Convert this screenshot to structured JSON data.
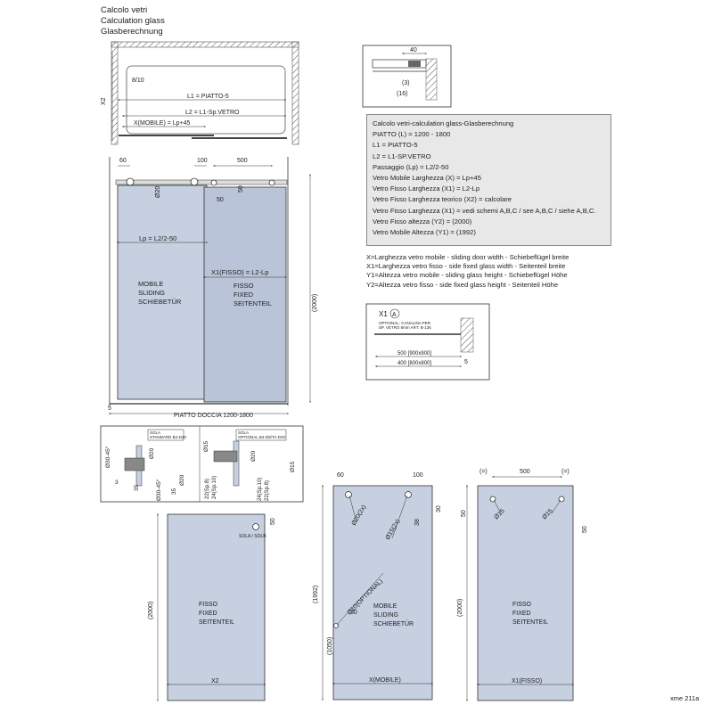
{
  "header": {
    "line1": "Calcolo vetri",
    "line2": "Calculation glass",
    "line3": "Glasberechnung"
  },
  "top_plan": {
    "x2": "X2",
    "thickness": "8/10",
    "l1": "L1 = PIATTO-5",
    "l2": "L2 = L1-Sp.VETRO",
    "x_mobile": "X(MOBILE) = Lp+45"
  },
  "detail_small": {
    "d40": "40",
    "d3": "(3)",
    "d16": "(16)"
  },
  "calc_box": {
    "title": "Calcolo vetri-calculation glass-Glasberechnung",
    "lines": [
      "PIATTO (L) = 1200 - 1800",
      "L1 = PIATTO-5",
      "L2 = L1-SP.VETRO",
      "Passaggio (Lp) = L2/2-50",
      "Vetro Mobile Larghezza (X) = Lp+45",
      "Vetro Fisso Larghezza (X1) = L2-Lp",
      "Vetro Fisso Larghezza teorico (X2) = calcolare",
      "Vetro Fisso Larghezza (X1) = vedi schemi  A,B,C / see A,B,C / siehe A,B,C.",
      "Vetro Fisso altezza (Y2) = (2000)",
      "Vetro Mobile Altezza (Y1) = (1992)"
    ]
  },
  "legend": [
    "X=Larghezza vetro mobile - sliding door width - Schiebeflügel breite",
    "X1=Larghezza vetro fisso - side fixed glass width - Seitenteil breite",
    "Y1=Altezza vetro mobile - sliding glass height - Schiebeflügel Höhe",
    "Y2=Altezza vetro fisso - side fixed glass height - Seitenteil Höhe"
  ],
  "front_view": {
    "d60": "60",
    "d100": "100",
    "d500": "500",
    "d20": "Ø20",
    "d50a": "50",
    "d50b": "50",
    "lp": "Lp = L2/2-50",
    "x1": "X1(FISSO) = L2-Lp",
    "mobile": [
      "MOBILE",
      "SLIDING",
      "SCHIEBETÜR"
    ],
    "fisso": [
      "FISSO",
      "FIXED",
      "SEITENTEIL"
    ],
    "h2000": "(2000)",
    "d5": "5",
    "piatto": "PIATTO DOCCIA 1200-1800"
  },
  "detail_a": {
    "x1": "X1",
    "a": "A",
    "optional": "OPTIONAL: CANALINA PER",
    "optional2": "SP. VETRO 8mm ART. B-136",
    "d500": "500 [900x900]",
    "d400": "400 [800x800]",
    "d5": "5"
  },
  "section_details": {
    "left": {
      "label1": "SOLA",
      "label2": "STANDARD B4-D20",
      "d3045": "Ø30-45°",
      "d20a": "Ø20",
      "d20b": "Ø20",
      "d3": "3",
      "d35a": "35",
      "d3045b": "Ø30-45°",
      "d35b": "35"
    },
    "right": {
      "label1": "SOLA",
      "label2": "OPTIONAL B4-D8/TA-D20",
      "d15": "Ø15",
      "d20": "Ø20",
      "d15b": "Ø15",
      "sp8a": "22(Sp.8)",
      "sp10a": "24(Sp.10)",
      "sp10b": "24(Sp.10)",
      "sp8b": "22(Sp.8)"
    }
  },
  "panel_fisso_left": {
    "d50": "50",
    "sola": "SOLA / SOLB",
    "h2000": "(2000)",
    "fisso": [
      "FISSO",
      "FIXED",
      "SEITENTEIL"
    ],
    "x2": "X2"
  },
  "panel_mobile": {
    "d60": "60",
    "d100": "100",
    "d20_2x": "Ø20(2x)",
    "d15_2x": "Ø15(2x)",
    "d38": "38",
    "d30": "30",
    "d10opt": "Ø10(OPTIONAL)",
    "d30b": "30",
    "h1992": "(1992)",
    "h1050": "(1050)",
    "mobile": [
      "MOBILE",
      "SLIDING",
      "SCHIEBETÜR"
    ],
    "x": "X(MOBILE)"
  },
  "panel_fisso_right": {
    "d_eq1": "(=)",
    "d500": "500",
    "d_eq2": "(=)",
    "d50a": "50",
    "d15a": "Ø15",
    "d15b": "Ø15",
    "d50b": "50",
    "h2000": "(2000)",
    "fisso": [
      "FISSO",
      "FIXED",
      "SEITENTEIL"
    ],
    "x1": "X1(FISSO)"
  },
  "footer": "xme 211a",
  "colors": {
    "glass": "#c6d0e0",
    "glass_dark": "#b9c4d8",
    "wall": "#999999",
    "box_bg": "#e8e8e8"
  }
}
